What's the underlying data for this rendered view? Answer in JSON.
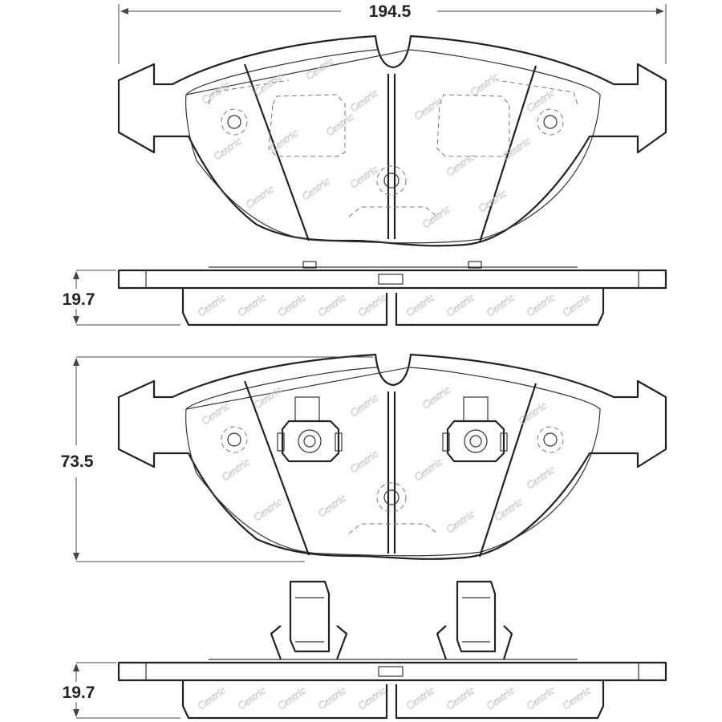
{
  "dimensions": {
    "width": "194.5",
    "thickness_top": "19.7",
    "height": "73.5",
    "thickness_bottom": "19.7"
  },
  "watermark": "Centric",
  "colors": {
    "line": "#222222",
    "watermark": "#c4c4c4",
    "background": "#ffffff"
  }
}
